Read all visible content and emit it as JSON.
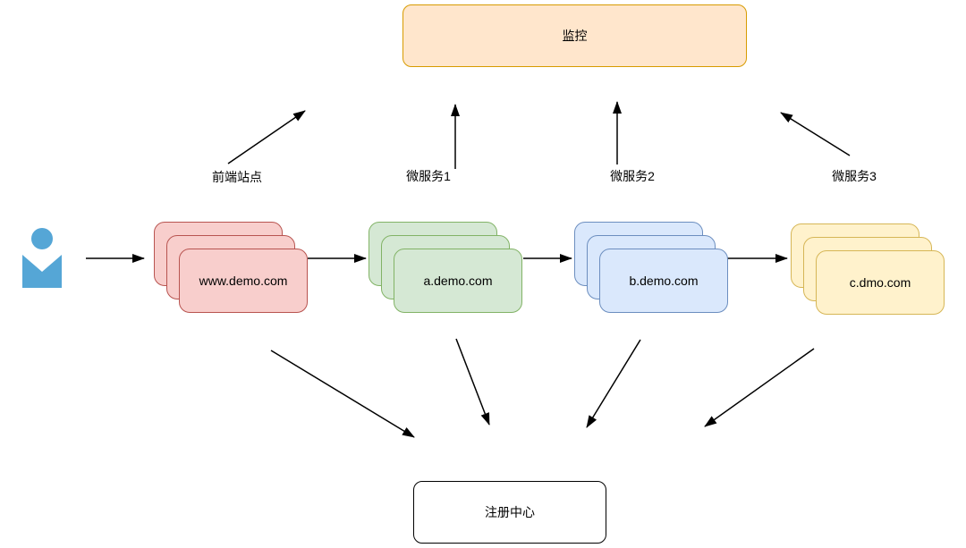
{
  "diagram": {
    "title": "microservices-architecture-diagram",
    "background_color": "#ffffff",
    "arrow_color": "#000000",
    "monitoring_box": {
      "label": "监控",
      "fill": "#ffe6cc",
      "stroke": "#d79b00"
    },
    "registry_box": {
      "label": "注册中心",
      "fill": "#ffffff",
      "stroke": "#000000"
    },
    "user": {
      "icon": "user-icon",
      "color": "#55a6d6"
    },
    "nodes": [
      {
        "id": "frontend",
        "label": "www.demo.com",
        "caption": "前端站点",
        "fill": "#f8cecc",
        "stroke": "#b85450"
      },
      {
        "id": "microservice-1",
        "label": "a.demo.com",
        "caption": "微服务1",
        "fill": "#d5e8d4",
        "stroke": "#82b366"
      },
      {
        "id": "microservice-2",
        "label": "b.demo.com",
        "caption": "微服务2",
        "fill": "#dae8fc",
        "stroke": "#6c8ebf"
      },
      {
        "id": "microservice-3",
        "label": "c.dmo.com",
        "caption": "微服务3",
        "fill": "#fff2cc",
        "stroke": "#d6b656"
      }
    ],
    "edges": [
      "user -> www.demo.com",
      "www.demo.com -> a.demo.com",
      "a.demo.com -> b.demo.com",
      "b.demo.com -> c.dmo.com",
      "前端站点 -> 监控",
      "微服务1 -> 监控",
      "微服务2 -> 监控",
      "微服务3 -> 监控",
      "www.demo.com -> 注册中心",
      "a.demo.com -> 注册中心",
      "b.demo.com -> 注册中心",
      "c.dmo.com -> 注册中心"
    ]
  }
}
